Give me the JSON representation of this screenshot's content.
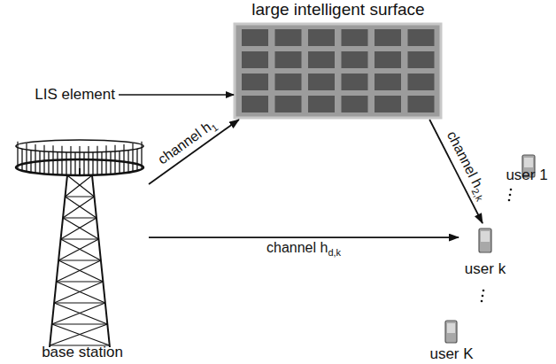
{
  "diagram": {
    "nodes": [
      {
        "text": [
          "large intelligent surface"
        ]
      },
      {
        "text": [
          "base station"
        ]
      },
      {
        "text": [
          "user 1"
        ]
      },
      {
        "text": [
          "user k"
        ]
      },
      {
        "text": [
          "user K"
        ]
      }
    ],
    "edges": [
      {
        "from": 1,
        "to": 0,
        "arrow": "to",
        "label": "channel h1"
      },
      {
        "from": 0,
        "to": 3,
        "arrow": "to",
        "label": "channel h2,k"
      },
      {
        "from": 1,
        "to": 3,
        "arrow": "to",
        "label": "channel hd,k"
      }
    ],
    "labels": [
      "LIS element"
    ]
  }
}
